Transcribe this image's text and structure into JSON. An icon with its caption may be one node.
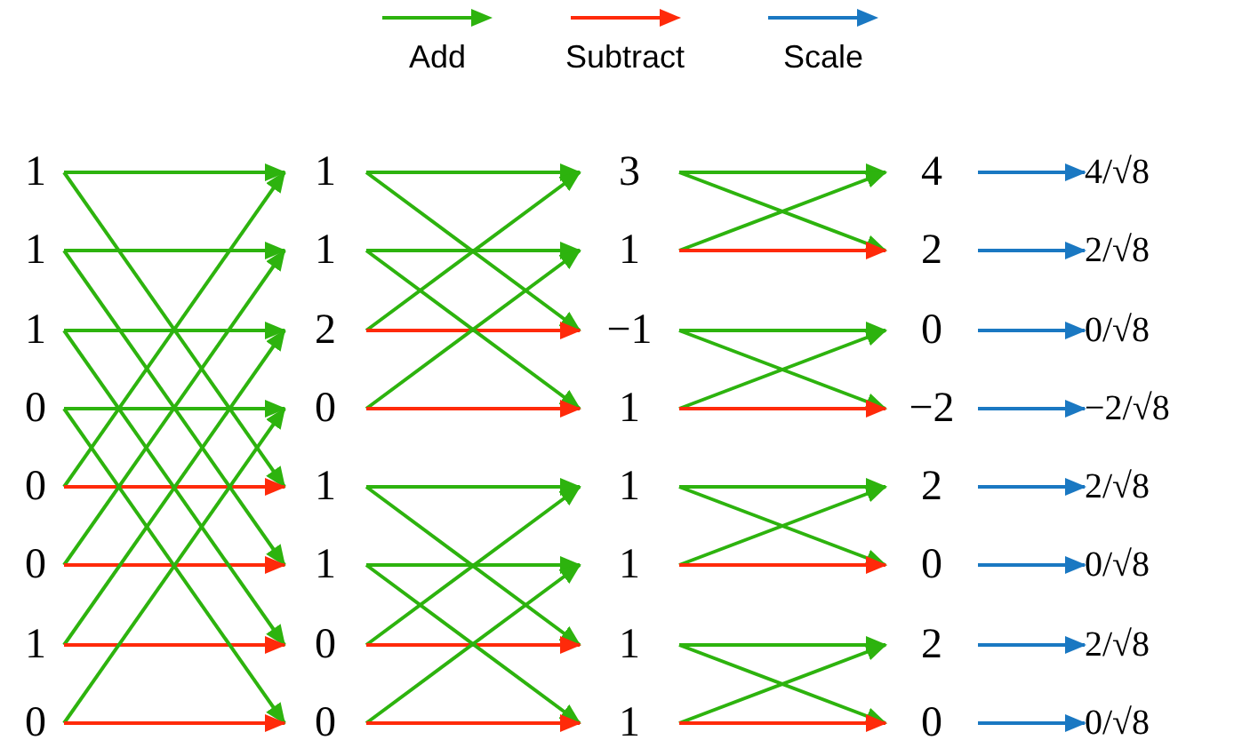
{
  "diagram": {
    "nodes": [
      {
        "text": [
          "1"
        ]
      },
      {
        "text": [
          "1"
        ]
      },
      {
        "text": [
          "1"
        ]
      },
      {
        "text": [
          "0"
        ]
      },
      {
        "text": [
          "0"
        ]
      },
      {
        "text": [
          "0"
        ]
      },
      {
        "text": [
          "1"
        ]
      },
      {
        "text": [
          "0"
        ]
      },
      {
        "text": [
          "1"
        ]
      },
      {
        "text": [
          "1"
        ]
      },
      {
        "text": [
          "2"
        ]
      },
      {
        "text": [
          "0"
        ]
      },
      {
        "text": [
          "1"
        ]
      },
      {
        "text": [
          "1"
        ]
      },
      {
        "text": [
          "0"
        ]
      },
      {
        "text": [
          "0"
        ]
      },
      {
        "text": [
          "3"
        ]
      },
      {
        "text": [
          "1"
        ]
      },
      {
        "text": [
          "−1"
        ]
      },
      {
        "text": [
          "1"
        ]
      },
      {
        "text": [
          "1"
        ]
      },
      {
        "text": [
          "1"
        ]
      },
      {
        "text": [
          "1"
        ]
      },
      {
        "text": [
          "1"
        ]
      },
      {
        "text": [
          "4"
        ]
      },
      {
        "text": [
          "2"
        ]
      },
      {
        "text": [
          "0"
        ]
      },
      {
        "text": [
          "−2"
        ]
      },
      {
        "text": [
          "2"
        ]
      },
      {
        "text": [
          "0"
        ]
      },
      {
        "text": [
          "2"
        ]
      },
      {
        "text": [
          "0"
        ]
      },
      {
        "text": [
          "4/√8"
        ]
      },
      {
        "text": [
          "2/√8"
        ]
      },
      {
        "text": [
          "0/√8"
        ]
      },
      {
        "text": [
          "−2/√8"
        ]
      },
      {
        "text": [
          "2/√8"
        ]
      },
      {
        "text": [
          "0/√8"
        ]
      },
      {
        "text": [
          "2/√8"
        ]
      },
      {
        "text": [
          "0/√8"
        ]
      }
    ],
    "edges": [
      {
        "from": 0,
        "to": 8,
        "arrow": "to"
      },
      {
        "from": 0,
        "to": 12,
        "arrow": "to"
      },
      {
        "from": 4,
        "to": 8,
        "arrow": "to"
      },
      {
        "from": 4,
        "to": 12,
        "arrow": "to",
        "color": "#ff2a0a"
      },
      {
        "from": 1,
        "to": 9,
        "arrow": "to"
      },
      {
        "from": 1,
        "to": 13,
        "arrow": "to"
      },
      {
        "from": 5,
        "to": 9,
        "arrow": "to"
      },
      {
        "from": 5,
        "to": 13,
        "arrow": "to",
        "color": "#ff2a0a"
      },
      {
        "from": 2,
        "to": 10,
        "arrow": "to"
      },
      {
        "from": 2,
        "to": 14,
        "arrow": "to"
      },
      {
        "from": 6,
        "to": 10,
        "arrow": "to"
      },
      {
        "from": 6,
        "to": 14,
        "arrow": "to",
        "color": "#ff2a0a"
      },
      {
        "from": 3,
        "to": 11,
        "arrow": "to"
      },
      {
        "from": 3,
        "to": 15,
        "arrow": "to"
      },
      {
        "from": 7,
        "to": 11,
        "arrow": "to"
      },
      {
        "from": 7,
        "to": 15,
        "arrow": "to",
        "color": "#ff2a0a"
      },
      {
        "from": 8,
        "to": 16,
        "arrow": "to"
      },
      {
        "from": 8,
        "to": 18,
        "arrow": "to"
      },
      {
        "from": 10,
        "to": 16,
        "arrow": "to"
      },
      {
        "from": 10,
        "to": 18,
        "arrow": "to",
        "color": "#ff2a0a"
      },
      {
        "from": 9,
        "to": 17,
        "arrow": "to"
      },
      {
        "from": 9,
        "to": 19,
        "arrow": "to"
      },
      {
        "from": 11,
        "to": 17,
        "arrow": "to"
      },
      {
        "from": 11,
        "to": 19,
        "arrow": "to",
        "color": "#ff2a0a"
      },
      {
        "from": 12,
        "to": 20,
        "arrow": "to"
      },
      {
        "from": 12,
        "to": 22,
        "arrow": "to"
      },
      {
        "from": 14,
        "to": 20,
        "arrow": "to"
      },
      {
        "from": 14,
        "to": 22,
        "arrow": "to",
        "color": "#ff2a0a"
      },
      {
        "from": 13,
        "to": 21,
        "arrow": "to"
      },
      {
        "from": 13,
        "to": 23,
        "arrow": "to"
      },
      {
        "from": 15,
        "to": 21,
        "arrow": "to"
      },
      {
        "from": 15,
        "to": 23,
        "arrow": "to",
        "color": "#ff2a0a"
      },
      {
        "from": 16,
        "to": 24,
        "arrow": "to"
      },
      {
        "from": 16,
        "to": 25,
        "arrow": "to"
      },
      {
        "from": 17,
        "to": 24,
        "arrow": "to"
      },
      {
        "from": 17,
        "to": 25,
        "arrow": "to",
        "color": "#ff2a0a"
      },
      {
        "from": 18,
        "to": 26,
        "arrow": "to"
      },
      {
        "from": 18,
        "to": 27,
        "arrow": "to"
      },
      {
        "from": 19,
        "to": 26,
        "arrow": "to"
      },
      {
        "from": 19,
        "to": 27,
        "arrow": "to",
        "color": "#ff2a0a"
      },
      {
        "from": 20,
        "to": 28,
        "arrow": "to"
      },
      {
        "from": 20,
        "to": 29,
        "arrow": "to"
      },
      {
        "from": 21,
        "to": 28,
        "arrow": "to"
      },
      {
        "from": 21,
        "to": 29,
        "arrow": "to",
        "color": "#ff2a0a"
      },
      {
        "from": 22,
        "to": 30,
        "arrow": "to"
      },
      {
        "from": 22,
        "to": 31,
        "arrow": "to"
      },
      {
        "from": 23,
        "to": 30,
        "arrow": "to"
      },
      {
        "from": 23,
        "to": 31,
        "arrow": "to",
        "color": "#ff2a0a"
      },
      {
        "from": 24,
        "to": 32,
        "arrow": "to",
        "color": "#1a78c2"
      },
      {
        "from": 25,
        "to": 33,
        "arrow": "to",
        "color": "#1a78c2"
      },
      {
        "from": 26,
        "to": 34,
        "arrow": "to",
        "color": "#1a78c2"
      },
      {
        "from": 27,
        "to": 35,
        "arrow": "to",
        "color": "#1a78c2"
      },
      {
        "from": 28,
        "to": 36,
        "arrow": "to",
        "color": "#1a78c2"
      },
      {
        "from": 29,
        "to": 37,
        "arrow": "to",
        "color": "#1a78c2"
      },
      {
        "from": 30,
        "to": 38,
        "arrow": "to",
        "color": "#1a78c2"
      },
      {
        "from": 31,
        "to": 39,
        "arrow": "to",
        "color": "#1a78c2"
      }
    ],
    "legend": [
      {
        "text": "Add"
      },
      {
        "text": "Subtract"
      },
      {
        "text": "Scale"
      }
    ]
  }
}
